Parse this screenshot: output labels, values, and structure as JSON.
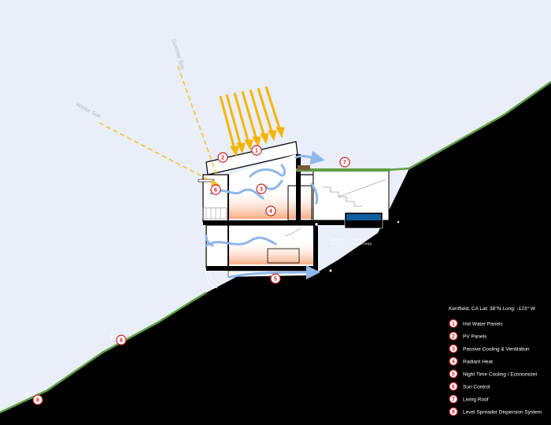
{
  "sun": {
    "summer_label": "Summer Sun",
    "winter_label": "Winter Sun"
  },
  "callouts": [
    "1",
    "2",
    "3",
    "4",
    "5",
    "6",
    "7",
    "8",
    "8"
  ],
  "cistern_note": [
    "DRAIN TO CISTERN",
    "IN MECH. ROOM (BEYOND)"
  ],
  "location": "Kentfield, CA   Lat: 38°N   Long: -123° W",
  "legend": [
    {
      "num": "1",
      "label": "Hot Water Panels"
    },
    {
      "num": "2",
      "label": "PV Panels"
    },
    {
      "num": "3",
      "label": "Passive Cooling & Ventilation"
    },
    {
      "num": "4",
      "label": "Radiant Heat"
    },
    {
      "num": "5",
      "label": "Night Time Cooling / Economizer"
    },
    {
      "num": "6",
      "label": "Sun Control"
    },
    {
      "num": "7",
      "label": "Living Roof"
    },
    {
      "num": "8",
      "label": "Level Spreader Dispersion System"
    }
  ],
  "colors": {
    "sky": "#e9eef8",
    "ground": "#000000",
    "grass": "#5f9e44",
    "summer_arrow": "#f6b400",
    "winter_ray": "#f4c02a",
    "radiant": "#f7b690",
    "airflow": "#8fb7e8",
    "callout_ring": "#cc1f1f"
  }
}
